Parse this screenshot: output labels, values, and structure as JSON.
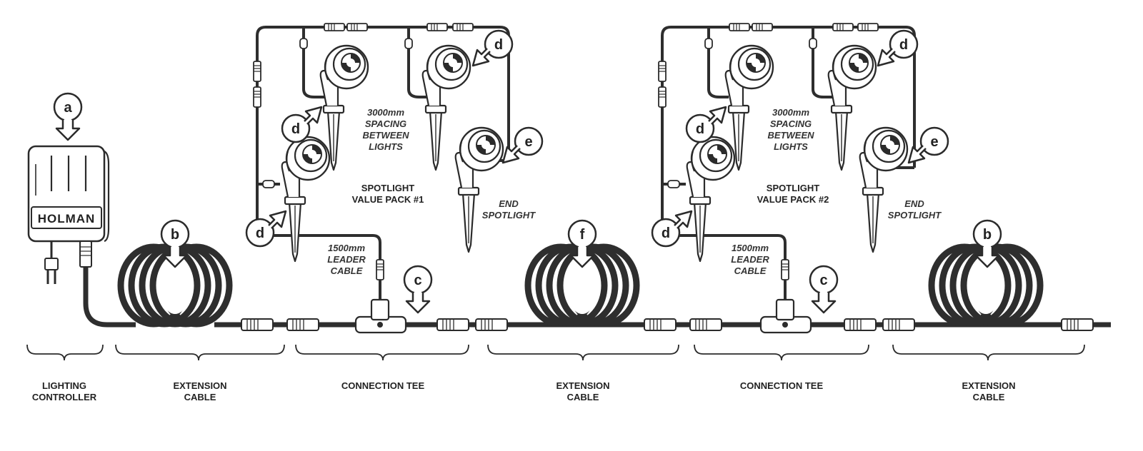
{
  "brand": "HOLMAN",
  "colors": {
    "ink": "#2b2b2b",
    "cable": "#2e2e2e",
    "background": "#ffffff"
  },
  "callout_letters": {
    "a": "a",
    "b": "b",
    "c": "c",
    "d": "d",
    "e": "e",
    "f": "f"
  },
  "packs": [
    {
      "title_line1": "SPOTLIGHT",
      "title_line2": "VALUE PACK #1",
      "spacing": [
        "3000mm",
        "SPACING",
        "BETWEEN",
        "LIGHTS"
      ],
      "leader": [
        "1500mm",
        "LEADER",
        "CABLE"
      ],
      "end_spotlight": [
        "END",
        "SPOTLIGHT"
      ]
    },
    {
      "title_line1": "SPOTLIGHT",
      "title_line2": "VALUE PACK #2",
      "spacing": [
        "3000mm",
        "SPACING",
        "BETWEEN",
        "LIGHTS"
      ],
      "leader": [
        "1500mm",
        "LEADER",
        "CABLE"
      ],
      "end_spotlight": [
        "END",
        "SPOTLIGHT"
      ]
    }
  ],
  "sections": [
    {
      "line1": "LIGHTING",
      "line2": "CONTROLLER"
    },
    {
      "line1": "EXTENSION",
      "line2": "CABLE"
    },
    {
      "line1": "CONNECTION TEE",
      "line2": ""
    },
    {
      "line1": "EXTENSION",
      "line2": "CABLE"
    },
    {
      "line1": "CONNECTION TEE",
      "line2": ""
    },
    {
      "line1": "EXTENSION",
      "line2": "CABLE"
    }
  ]
}
